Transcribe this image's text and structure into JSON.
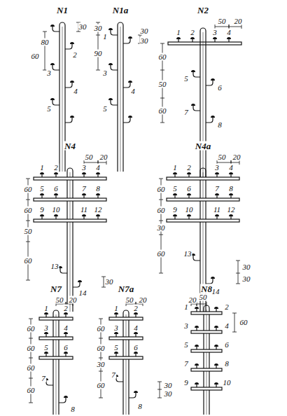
{
  "diagram": {
    "labels": [
      "N1",
      "80",
      "60",
      "30",
      "2",
      "3",
      "4",
      "5",
      "N1a",
      "30",
      "1",
      "90",
      "30",
      "30",
      "3",
      "4",
      "5",
      "N2",
      "1",
      "2",
      "3",
      "50",
      "20",
      "4",
      "60",
      "50",
      "60",
      "5",
      "6",
      "7",
      "8",
      "N4",
      "1",
      "2",
      "3",
      "50",
      "20",
      "4",
      "60",
      "60",
      "50",
      "60",
      "5",
      "6",
      "7",
      "8",
      "9",
      "10",
      "11",
      "12",
      "13",
      "14",
      "30",
      "N4a",
      "1",
      "2",
      "3",
      "50",
      "20",
      "4",
      "60",
      "60",
      "30",
      "60",
      "5",
      "6",
      "7",
      "8",
      "9",
      "10",
      "11",
      "12",
      "13",
      "14",
      "30",
      "30",
      "N7",
      "50",
      "20",
      "1",
      "2",
      "3",
      "4",
      "5",
      "6",
      "60",
      "60",
      "60",
      "60",
      "7",
      "8",
      "N7a",
      "50",
      "20",
      "1",
      "2",
      "3",
      "4",
      "5",
      "6",
      "60",
      "60",
      "30",
      "60",
      "7",
      "8",
      "30",
      "30",
      "N8",
      "20",
      "50",
      "1",
      "2",
      "3",
      "4",
      "5",
      "6",
      "7",
      "8",
      "9",
      "10",
      "60"
    ]
  }
}
